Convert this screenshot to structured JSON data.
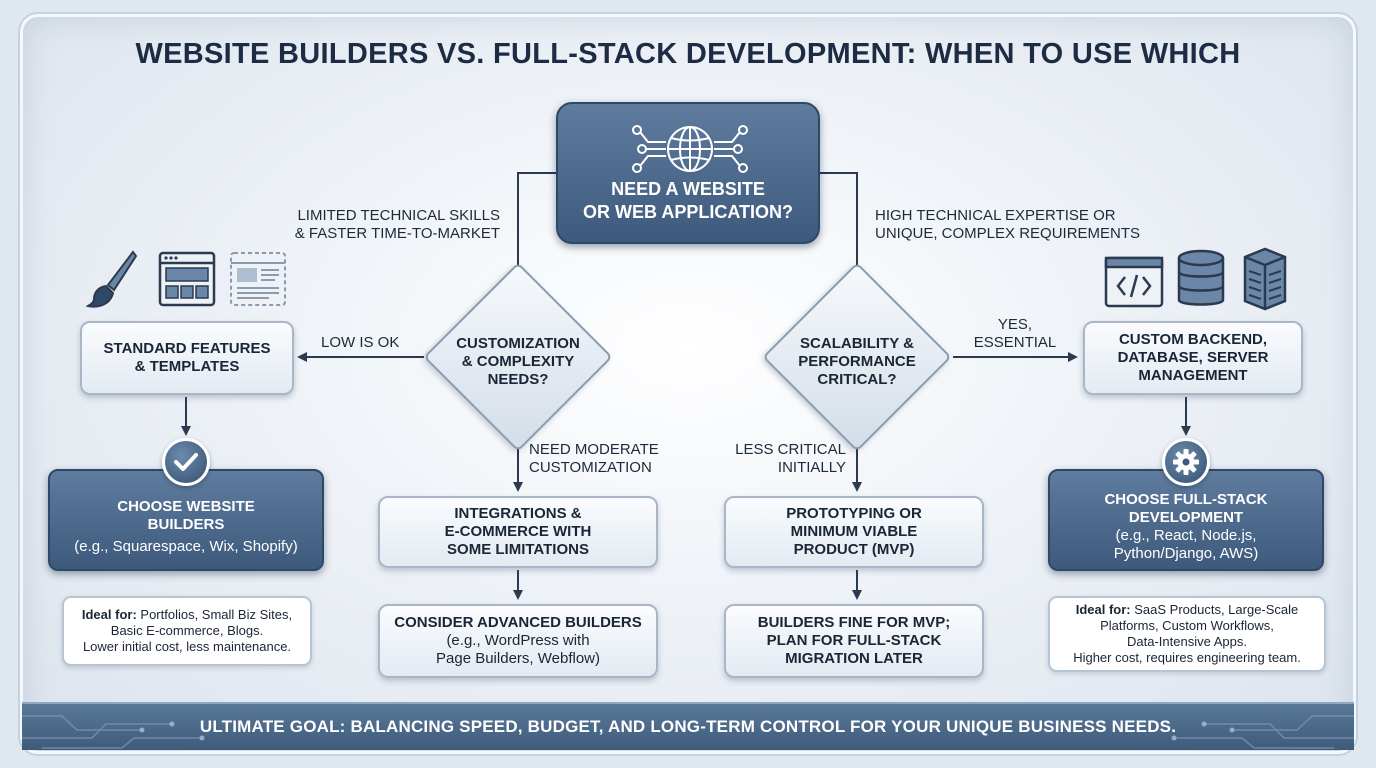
{
  "title": "WEBSITE BUILDERS VS. FULL-STACK DEVELOPMENT: WHEN TO USE WHICH",
  "start": {
    "line1": "NEED A WEBSITE",
    "line2": "OR WEB APPLICATION?"
  },
  "edges": {
    "left_branch": {
      "line1": "LIMITED TECHNICAL SKILLS",
      "line2": "& FASTER TIME-TO-MARKET"
    },
    "right_branch": {
      "line1": "HIGH TECHNICAL EXPERTISE OR",
      "line2": "UNIQUE, COMPLEX REQUIREMENTS"
    },
    "low_ok": "LOW IS OK",
    "yes_essential": {
      "line1": "YES,",
      "line2": "ESSENTIAL"
    },
    "moderate": {
      "line1": "NEED MODERATE",
      "line2": "CUSTOMIZATION"
    },
    "less_critical": {
      "line1": "LESS CRITICAL",
      "line2": "INITIALLY"
    }
  },
  "decisions": {
    "customization": {
      "line1": "CUSTOMIZATION",
      "line2": "& COMPLEXITY",
      "line3": "NEEDS?"
    },
    "scalability": {
      "line1": "SCALABILITY &",
      "line2": "PERFORMANCE",
      "line3": "CRITICAL?"
    }
  },
  "nodes": {
    "standard": {
      "line1": "STANDARD FEATURES",
      "line2": "& TEMPLATES"
    },
    "custom_backend": {
      "line1": "CUSTOM BACKEND,",
      "line2": "DATABASE, SERVER",
      "line3": "MANAGEMENT"
    },
    "integrations": {
      "line1": "INTEGRATIONS &",
      "line2": "E-COMMERCE WITH",
      "line3": "SOME LIMITATIONS"
    },
    "prototyping": {
      "line1": "PROTOTYPING OR",
      "line2": "MINIMUM VIABLE",
      "line3": "PRODUCT (MVP)"
    },
    "advanced_builders": {
      "line1": "CONSIDER ADVANCED BUILDERS",
      "line2": "(e.g., WordPress with",
      "line3": "Page Builders, Webflow)"
    },
    "builders_mvp": {
      "line1": "BUILDERS FINE FOR MVP;",
      "line2": "PLAN FOR FULL-STACK",
      "line3": "MIGRATION LATER"
    },
    "choose_builders": {
      "line1": "CHOOSE WEBSITE",
      "line2": "BUILDERS",
      "line3": "(e.g., Squarespace, Wix, Shopify)"
    },
    "choose_fullstack": {
      "line1": "CHOOSE FULL-STACK",
      "line2": "DEVELOPMENT",
      "line3": "(e.g., React, Node.js,",
      "line4": "Python/Django, AWS)"
    }
  },
  "notes": {
    "builders": {
      "label": "Ideal for:",
      "line1": " Portfolios, Small Biz Sites,",
      "line2": "Basic E-commerce, Blogs.",
      "line3": "Lower initial cost, less maintenance."
    },
    "fullstack": {
      "label": "Ideal for:",
      "line1": " SaaS Products, Large-Scale",
      "line2": "Platforms, Custom Workflows,",
      "line3": "Data-Intensive Apps.",
      "line4": "Higher cost, requires engineering team."
    }
  },
  "icons": {
    "left": [
      "paintbrush-icon",
      "browser-layout-icon",
      "template-page-icon"
    ],
    "right": [
      "code-window-icon",
      "database-icon",
      "server-icon"
    ],
    "start": "globe-network-icon",
    "builders_badge": "checkmark-icon",
    "fullstack_badge": "gear-icon"
  },
  "colors": {
    "accent_dark": "#3d5a7c",
    "title": "#1d2c44",
    "line": "#2b3a4e"
  },
  "footer": "ULTIMATE GOAL: BALANCING SPEED, BUDGET, AND LONG-TERM CONTROL FOR YOUR UNIQUE BUSINESS NEEDS."
}
